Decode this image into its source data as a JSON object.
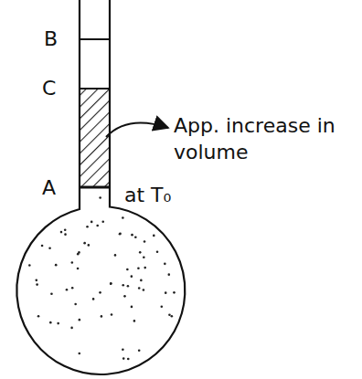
{
  "diagram": {
    "labels": [
      "B",
      "C",
      "A",
      "App. increase in volume",
      "at T₀"
    ]
  }
}
